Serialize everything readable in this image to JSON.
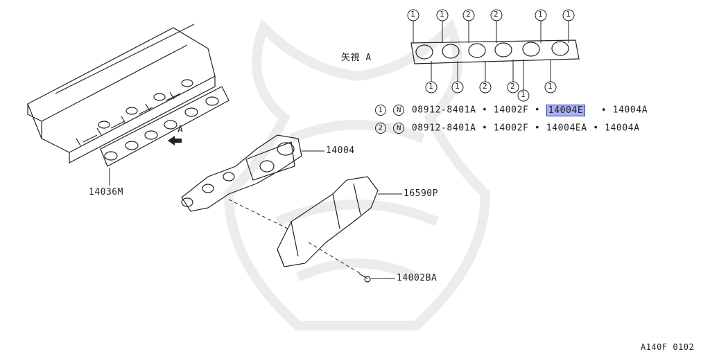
{
  "view_label": "矢視 A",
  "arrow_label": "A",
  "parts": {
    "gasket": "14036M",
    "manifold": "14004",
    "heat_cover": "16590P",
    "bolt": "14002BA"
  },
  "figure_code": "A140F 0102",
  "callouts_top": [
    "1",
    "1",
    "2",
    "2",
    "1",
    "1"
  ],
  "callouts_bottom": [
    "1",
    "1",
    "2",
    "2",
    "1",
    "1"
  ],
  "row1": {
    "circle": "1",
    "n_mark": "N",
    "p1": "08912-8401A",
    "sep": "•",
    "p2": "14002F",
    "p3": "14004E",
    "p4": "14004A"
  },
  "row2": {
    "circle": "2",
    "n_mark": "N",
    "p1": "08912-8401A",
    "sep": "•",
    "p2": "14002F",
    "p3": "14004EA",
    "p4": "14004A"
  },
  "colors": {
    "ink": "#222222",
    "highlight_fill": "#a8b0f0",
    "highlight_border": "#2a36c8",
    "watermark": "#ececec"
  }
}
